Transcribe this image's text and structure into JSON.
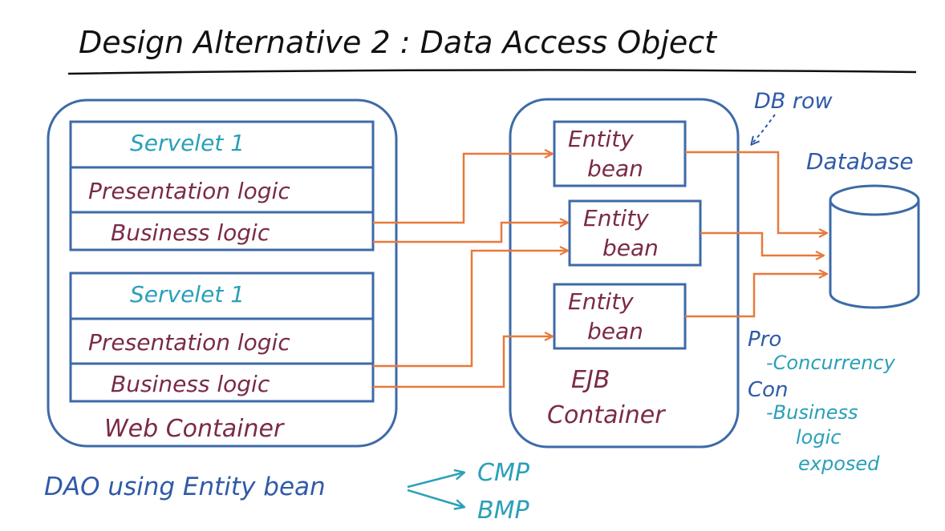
{
  "title": "Design Alternative 2 : Data Access Object",
  "web_container": {
    "label": "Web Container",
    "groups": [
      {
        "servlet": "Servelet 1",
        "presentation": "Presentation logic",
        "business": "Business logic"
      },
      {
        "servlet": "Servelet 1",
        "presentation": "Presentation logic",
        "business": "Business logic"
      }
    ]
  },
  "ejb_container": {
    "label_line1": "EJB",
    "label_line2": "Container",
    "beans": [
      {
        "line1": "Entity",
        "line2": "bean"
      },
      {
        "line1": "Entity",
        "line2": "bean"
      },
      {
        "line1": "Entity",
        "line2": "bean"
      }
    ]
  },
  "db_row_label": "DB row",
  "database_label": "Database",
  "pros_cons": {
    "pro_heading": "Pro",
    "pro_items": [
      "-Concurrency"
    ],
    "con_heading": "Con",
    "con_items": [
      "-Business",
      "logic",
      "exposed"
    ]
  },
  "footer": {
    "text": "DAO using Entity bean",
    "options": [
      "CMP",
      "BMP"
    ]
  },
  "colors": {
    "box_outline": "#3d6aa8",
    "arrow": "#e8793a",
    "servlet_text": "#2aa0b8",
    "logic_text": "#7a2a48",
    "note_text": "#2f5aa8",
    "pro_con_item": "#2aa0b8"
  }
}
